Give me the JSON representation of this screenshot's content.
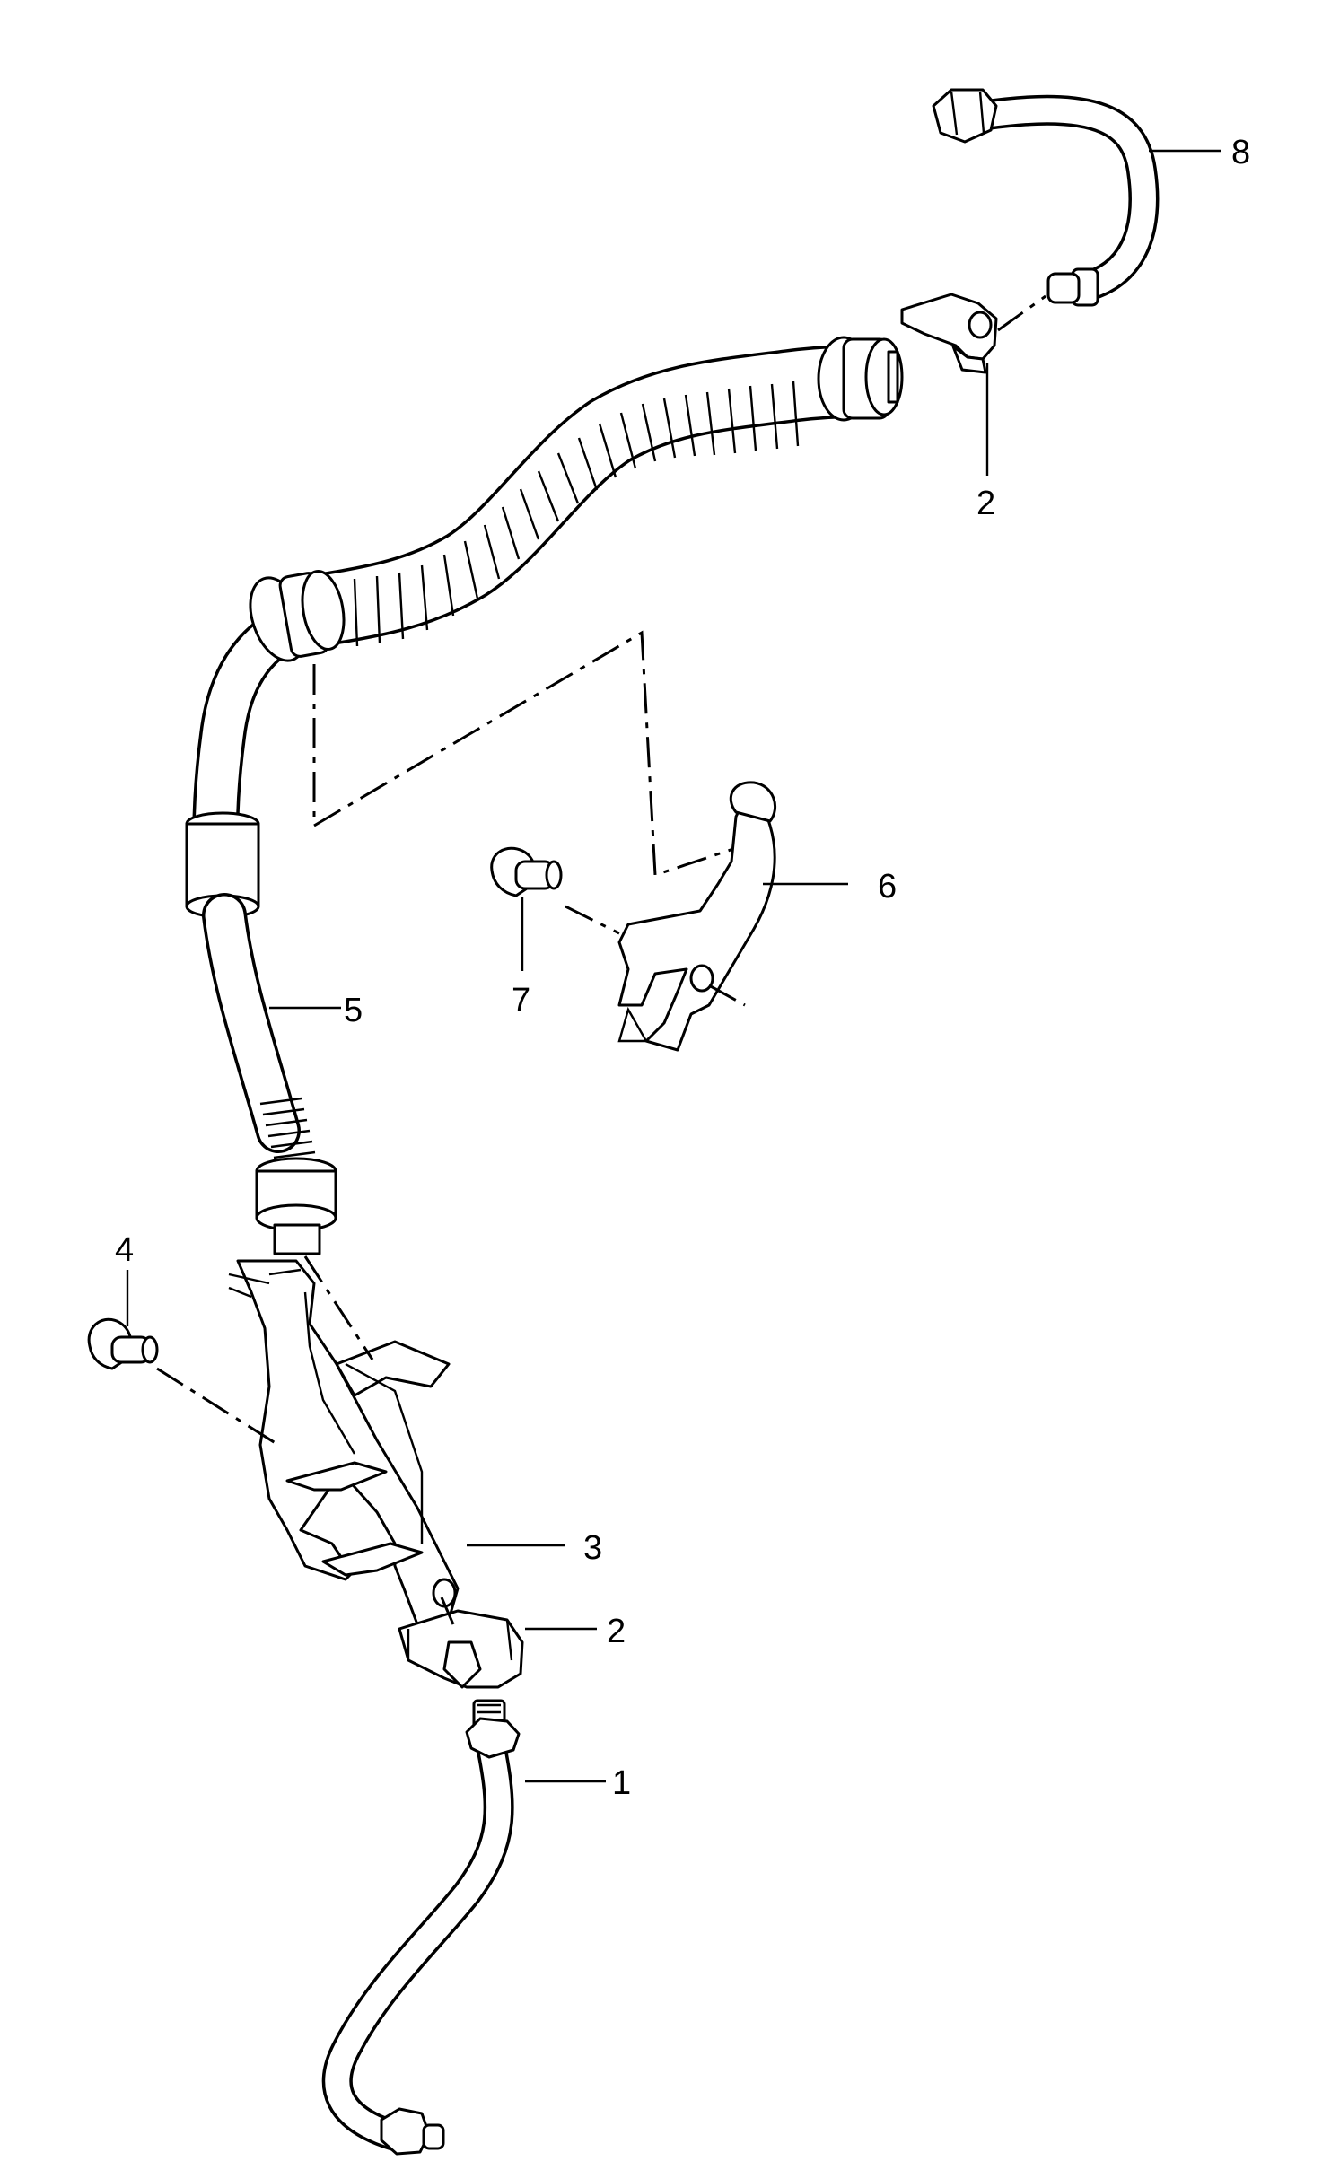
{
  "diagram": {
    "callouts": [
      {
        "id": "1",
        "text": "1"
      },
      {
        "id": "2a",
        "text": "2"
      },
      {
        "id": "2b",
        "text": "2"
      },
      {
        "id": "3",
        "text": "3"
      },
      {
        "id": "4",
        "text": "4"
      },
      {
        "id": "5",
        "text": "5"
      },
      {
        "id": "6",
        "text": "6"
      },
      {
        "id": "7",
        "text": "7"
      },
      {
        "id": "8",
        "text": "8"
      }
    ]
  }
}
